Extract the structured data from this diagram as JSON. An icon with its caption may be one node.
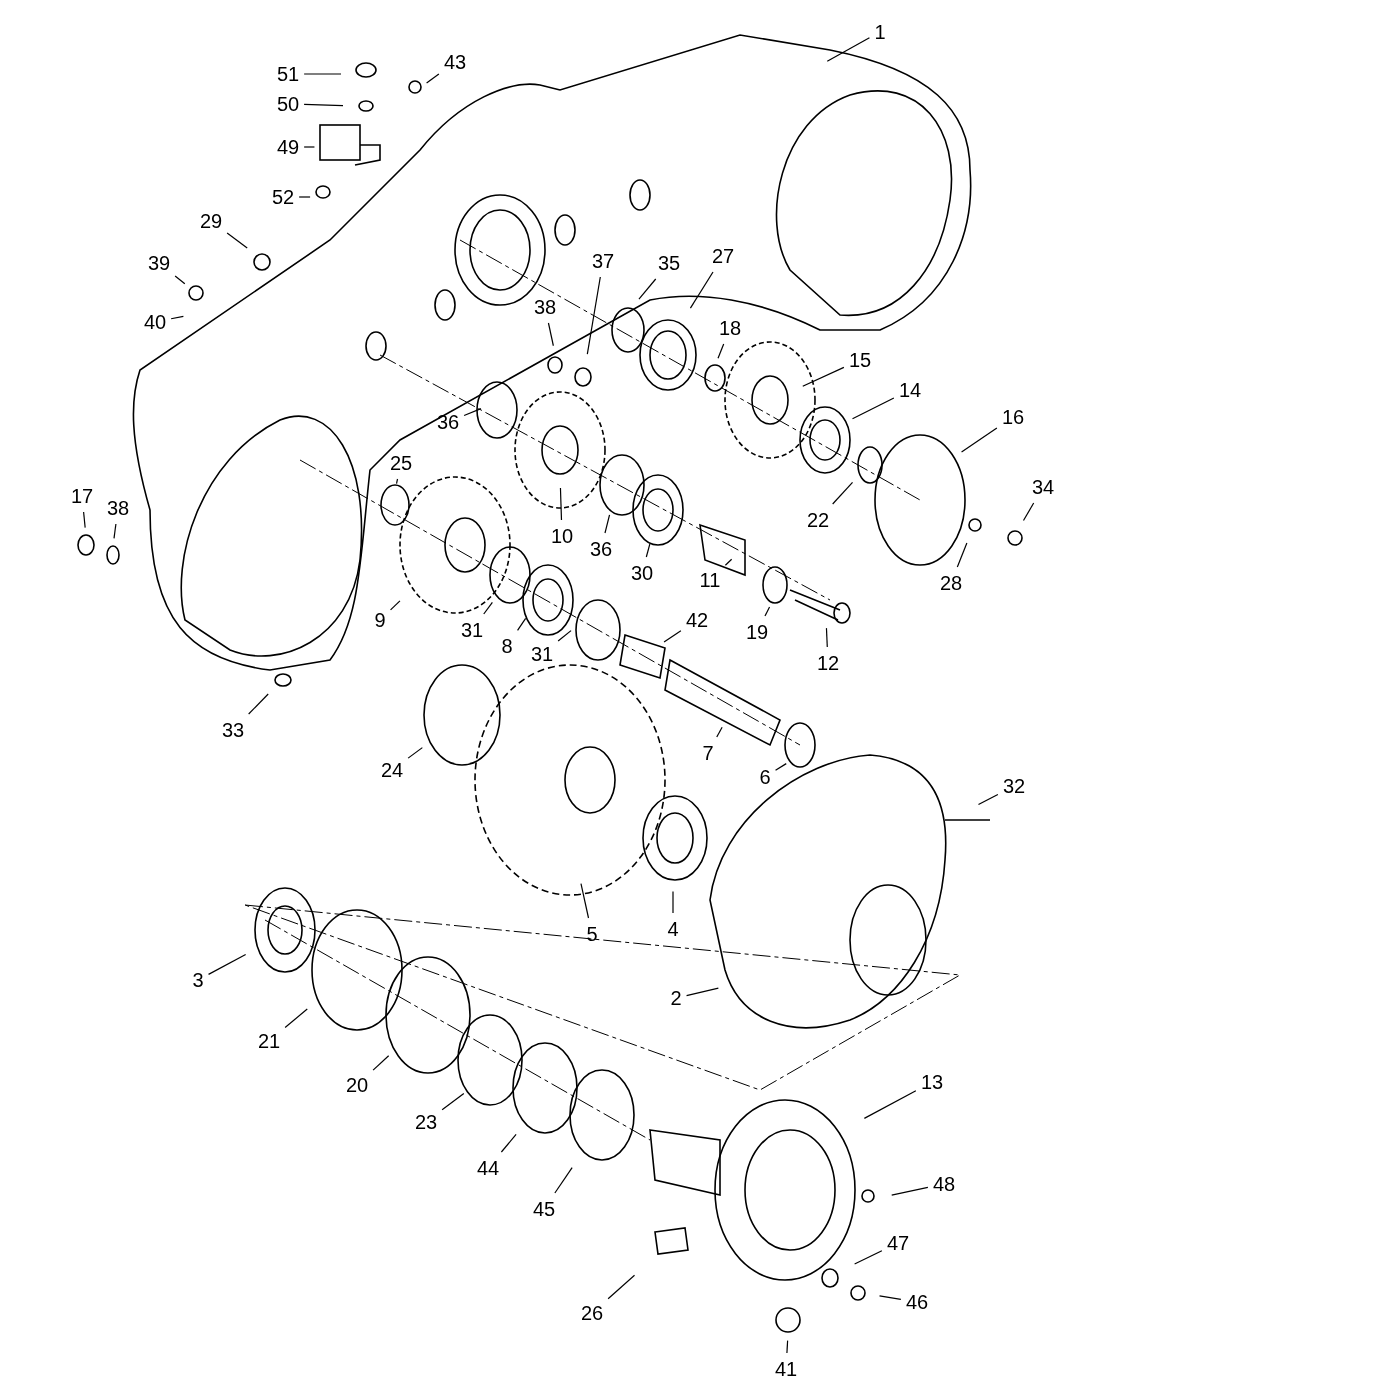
{
  "diagram": {
    "nodes": [
      {
        "text": [
          "1"
        ]
      },
      {
        "text": [
          "43"
        ]
      },
      {
        "text": [
          "51"
        ]
      },
      {
        "text": [
          "50"
        ]
      },
      {
        "text": [
          "49"
        ]
      },
      {
        "text": [
          "52"
        ]
      },
      {
        "text": [
          "29"
        ]
      },
      {
        "text": [
          "39"
        ]
      },
      {
        "text": [
          "27"
        ]
      },
      {
        "text": [
          "37"
        ]
      },
      {
        "text": [
          "35"
        ]
      },
      {
        "text": [
          "40"
        ]
      },
      {
        "text": [
          "38"
        ]
      },
      {
        "text": [
          "18"
        ]
      },
      {
        "text": [
          "15"
        ]
      },
      {
        "text": [
          "14"
        ]
      },
      {
        "text": [
          "16"
        ]
      },
      {
        "text": [
          "36"
        ]
      },
      {
        "text": [
          "25"
        ]
      },
      {
        "text": [
          "34"
        ]
      },
      {
        "text": [
          "17"
        ]
      },
      {
        "text": [
          "38"
        ]
      },
      {
        "text": [
          "22"
        ]
      },
      {
        "text": [
          "10"
        ]
      },
      {
        "text": [
          "36"
        ]
      },
      {
        "text": [
          "30"
        ]
      },
      {
        "text": [
          "11"
        ]
      },
      {
        "text": [
          "28"
        ]
      },
      {
        "text": [
          "9"
        ]
      },
      {
        "text": [
          "31"
        ]
      },
      {
        "text": [
          "42"
        ]
      },
      {
        "text": [
          "19"
        ]
      },
      {
        "text": [
          "8"
        ]
      },
      {
        "text": [
          "31"
        ]
      },
      {
        "text": [
          "12"
        ]
      },
      {
        "text": [
          "33"
        ]
      },
      {
        "text": [
          "7"
        ]
      },
      {
        "text": [
          "24"
        ]
      },
      {
        "text": [
          "6"
        ]
      },
      {
        "text": [
          "32"
        ]
      },
      {
        "text": [
          "5"
        ]
      },
      {
        "text": [
          "4"
        ]
      },
      {
        "text": [
          "3"
        ]
      },
      {
        "text": [
          "2"
        ]
      },
      {
        "text": [
          "21"
        ]
      },
      {
        "text": [
          "20"
        ]
      },
      {
        "text": [
          "13"
        ]
      },
      {
        "text": [
          "23"
        ]
      },
      {
        "text": [
          "44"
        ]
      },
      {
        "text": [
          "48"
        ]
      },
      {
        "text": [
          "45"
        ]
      },
      {
        "text": [
          "47"
        ]
      },
      {
        "text": [
          "46"
        ]
      },
      {
        "text": [
          "26"
        ]
      },
      {
        "text": [
          "41"
        ]
      }
    ],
    "edges": [
      {
        "from": 0,
        "to": null,
        "arrow": "none"
      },
      {
        "from": 1,
        "to": null,
        "arrow": "none"
      },
      {
        "from": 2,
        "to": null,
        "arrow": "none"
      },
      {
        "from": 3,
        "to": null,
        "arrow": "none"
      },
      {
        "from": 4,
        "to": null,
        "arrow": "none"
      },
      {
        "from": 5,
        "to": null,
        "arrow": "none"
      },
      {
        "from": 6,
        "to": null,
        "arrow": "none"
      },
      {
        "from": 7,
        "to": null,
        "arrow": "none"
      },
      {
        "from": 8,
        "to": null,
        "arrow": "none"
      },
      {
        "from": 9,
        "to": null,
        "arrow": "none"
      },
      {
        "from": 10,
        "to": null,
        "arrow": "none"
      },
      {
        "from": 11,
        "to": null,
        "arrow": "none"
      },
      {
        "from": 12,
        "to": null,
        "arrow": "none"
      },
      {
        "from": 13,
        "to": null,
        "arrow": "none"
      },
      {
        "from": 14,
        "to": null,
        "arrow": "none"
      },
      {
        "from": 15,
        "to": null,
        "arrow": "none"
      },
      {
        "from": 16,
        "to": null,
        "arrow": "none"
      },
      {
        "from": 17,
        "to": null,
        "arrow": "none"
      },
      {
        "from": 18,
        "to": null,
        "arrow": "none"
      },
      {
        "from": 19,
        "to": null,
        "arrow": "none"
      },
      {
        "from": 20,
        "to": null,
        "arrow": "none"
      },
      {
        "from": 21,
        "to": null,
        "arrow": "none"
      },
      {
        "from": 22,
        "to": null,
        "arrow": "none"
      },
      {
        "from": 23,
        "to": null,
        "arrow": "none"
      },
      {
        "from": 24,
        "to": null,
        "arrow": "none"
      },
      {
        "from": 25,
        "to": null,
        "arrow": "none"
      },
      {
        "from": 26,
        "to": null,
        "arrow": "none"
      },
      {
        "from": 27,
        "to": null,
        "arrow": "none"
      },
      {
        "from": 28,
        "to": null,
        "arrow": "none"
      },
      {
        "from": 29,
        "to": null,
        "arrow": "none"
      },
      {
        "from": 30,
        "to": null,
        "arrow": "none"
      },
      {
        "from": 31,
        "to": null,
        "arrow": "none"
      },
      {
        "from": 32,
        "to": null,
        "arrow": "none"
      },
      {
        "from": 33,
        "to": null,
        "arrow": "none"
      },
      {
        "from": 34,
        "to": null,
        "arrow": "none"
      },
      {
        "from": 35,
        "to": null,
        "arrow": "none"
      },
      {
        "from": 36,
        "to": null,
        "arrow": "none"
      },
      {
        "from": 37,
        "to": null,
        "arrow": "none"
      },
      {
        "from": 38,
        "to": null,
        "arrow": "none"
      },
      {
        "from": 39,
        "to": null,
        "arrow": "none"
      },
      {
        "from": 40,
        "to": null,
        "arrow": "none"
      },
      {
        "from": 41,
        "to": null,
        "arrow": "none"
      },
      {
        "from": 42,
        "to": null,
        "arrow": "none"
      },
      {
        "from": 43,
        "to": null,
        "arrow": "none"
      },
      {
        "from": 44,
        "to": null,
        "arrow": "none"
      },
      {
        "from": 45,
        "to": null,
        "arrow": "none"
      },
      {
        "from": 46,
        "to": null,
        "arrow": "none"
      },
      {
        "from": 47,
        "to": null,
        "arrow": "none"
      },
      {
        "from": 48,
        "to": null,
        "arrow": "none"
      },
      {
        "from": 49,
        "to": null,
        "arrow": "none"
      },
      {
        "from": 50,
        "to": null,
        "arrow": "none"
      },
      {
        "from": 51,
        "to": null,
        "arrow": "none"
      },
      {
        "from": 52,
        "to": null,
        "arrow": "none"
      },
      {
        "from": 53,
        "to": null,
        "arrow": "none"
      },
      {
        "from": 54,
        "to": null,
        "arrow": "none"
      }
    ]
  }
}
